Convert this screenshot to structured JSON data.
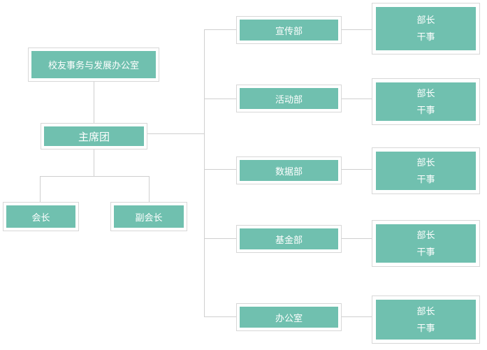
{
  "diagram": {
    "type": "org-chart",
    "colors": {
      "node_fill": "#70c0af",
      "node_border": "#d7d7d7",
      "connector": "#cfcfcf",
      "node_text": "#ffffff",
      "background": "#ffffff"
    },
    "nodes": {
      "root": {
        "label": "校友事务与发展办公室"
      },
      "presidium": {
        "label": "主席团"
      },
      "leaders": [
        {
          "label": "会长"
        },
        {
          "label": "副会长"
        }
      ],
      "departments": [
        {
          "label": "宣传部",
          "members": [
            "部长",
            "干事"
          ]
        },
        {
          "label": "活动部",
          "members": [
            "部长",
            "干事"
          ]
        },
        {
          "label": "数据部",
          "members": [
            "部长",
            "干事"
          ]
        },
        {
          "label": "基金部",
          "members": [
            "部长",
            "干事"
          ]
        },
        {
          "label": "办公室",
          "members": [
            "部长",
            "干事"
          ]
        }
      ]
    }
  }
}
